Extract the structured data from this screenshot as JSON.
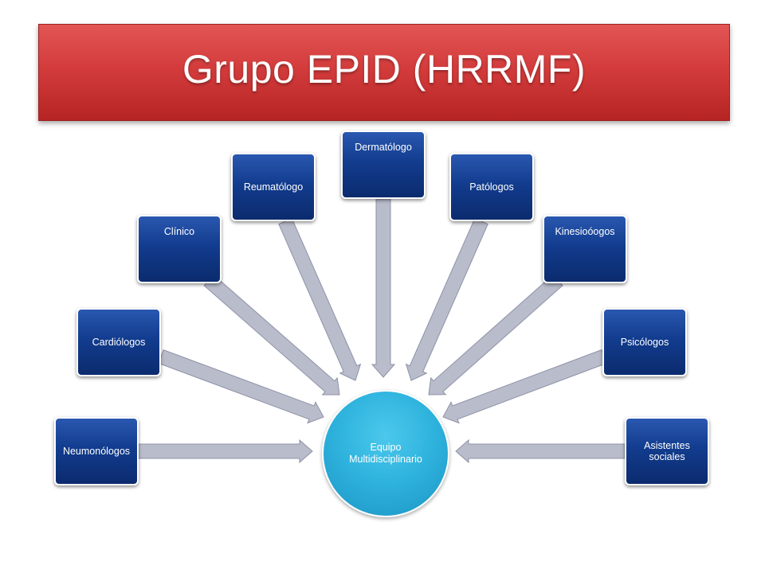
{
  "title": "Grupo EPID (HRRMF)",
  "center": {
    "label": "Equipo\nMultidisciplinario"
  },
  "nodes": [
    {
      "label": "Neumonólogos"
    },
    {
      "label": "Cardiólogos"
    },
    {
      "label": "Clínico"
    },
    {
      "label": "Reumatólogo"
    },
    {
      "label": "Dermatólogo"
    },
    {
      "label": "Patólogos"
    },
    {
      "label": "Kinesioóogos"
    },
    {
      "label": "Psicólogos"
    },
    {
      "label": "Asistentes sociales"
    }
  ],
  "colors": {
    "title_bar": "#d43c3c",
    "node_fill": "#123c8e",
    "center_fill": "#2fb4de",
    "arrow": "#b9bccb"
  }
}
